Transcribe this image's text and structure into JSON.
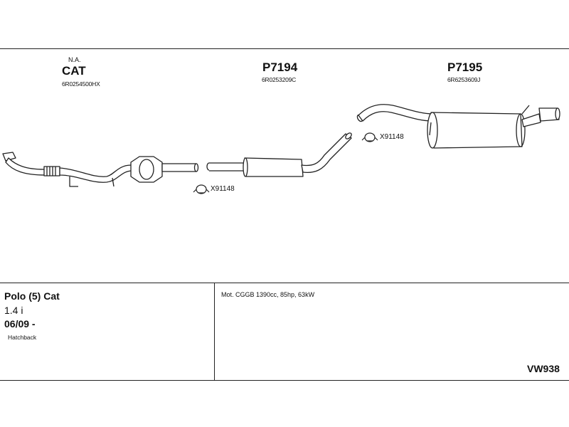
{
  "parts": [
    {
      "id": "cat",
      "prefix": "N.A.",
      "code": "CAT",
      "number": "6R0254500HX"
    },
    {
      "id": "p7194",
      "code": "P7194",
      "number": "6R0253209C"
    },
    {
      "id": "p7195",
      "code": "P7195",
      "number": "6R6253609J"
    }
  ],
  "clamps": [
    {
      "label": "X91148"
    },
    {
      "label": "X91148"
    }
  ],
  "vehicle": {
    "model": "Polo (5) Cat",
    "engine_size": "1.4 i",
    "date": "06/09 -",
    "body": "Hatchback"
  },
  "engine_info": "Mot. CGGB 1390cc, 85hp, 63kW",
  "kit_code": "VW938"
}
